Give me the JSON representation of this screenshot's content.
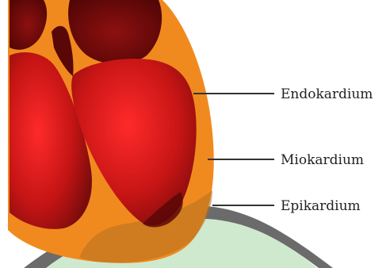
{
  "labels": {
    "endocardium": "Endokardium",
    "myocardium": "Miokardium",
    "epicardium": "Epikardium"
  },
  "colors": {
    "orange": "#f08a1f",
    "orange_light": "#f6a24b",
    "dark_red": "#7a0c0c",
    "chamber_red": "#d31717",
    "chamber_glow": "#ff2a2a",
    "green_bg": "#cfe9cf",
    "gray_band": "#6b6b6b",
    "line": "#333333"
  }
}
